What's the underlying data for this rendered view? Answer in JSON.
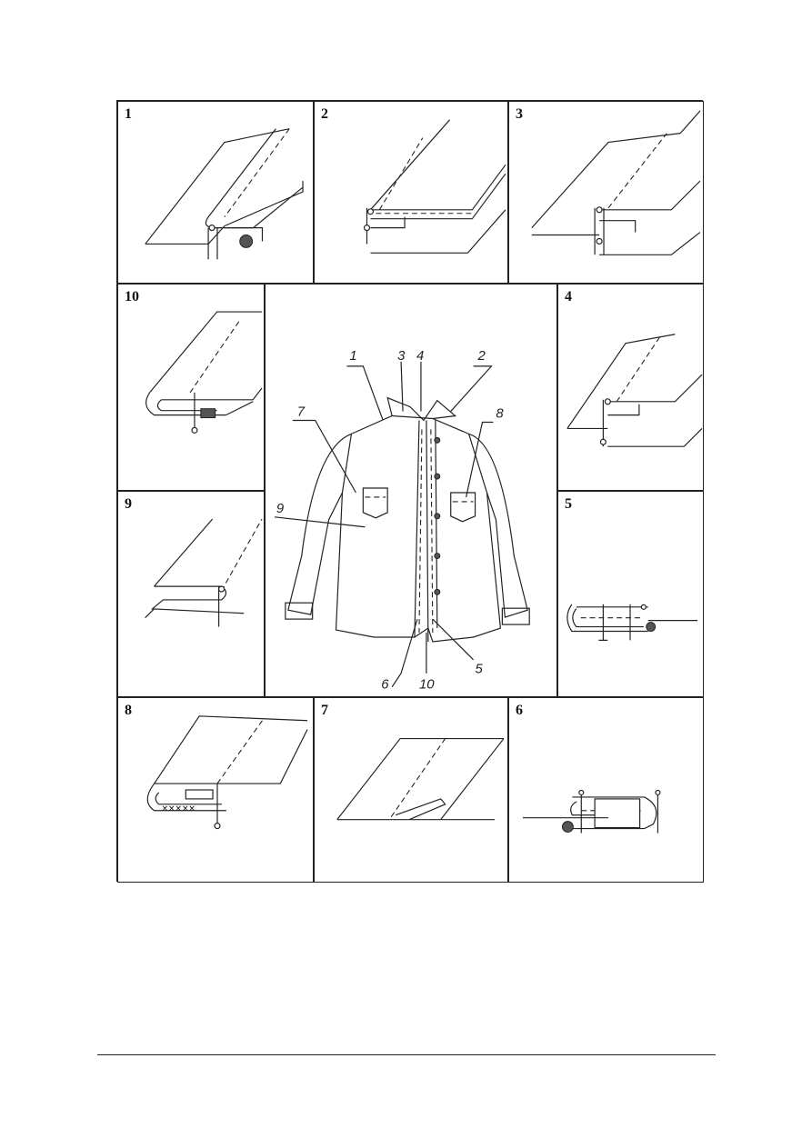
{
  "panels": [
    {
      "id": "p1",
      "label": "1"
    },
    {
      "id": "p2",
      "label": "2"
    },
    {
      "id": "p3",
      "label": "3"
    },
    {
      "id": "p10",
      "label": "10"
    },
    {
      "id": "p4",
      "label": "4"
    },
    {
      "id": "p9",
      "label": "9"
    },
    {
      "id": "p5",
      "label": "5"
    },
    {
      "id": "p8",
      "label": "8"
    },
    {
      "id": "p7",
      "label": "7"
    },
    {
      "id": "p6",
      "label": "6"
    }
  ],
  "shirt_callouts": [
    "1",
    "3",
    "4",
    "2",
    "7",
    "8",
    "9",
    "6",
    "10",
    "5"
  ]
}
